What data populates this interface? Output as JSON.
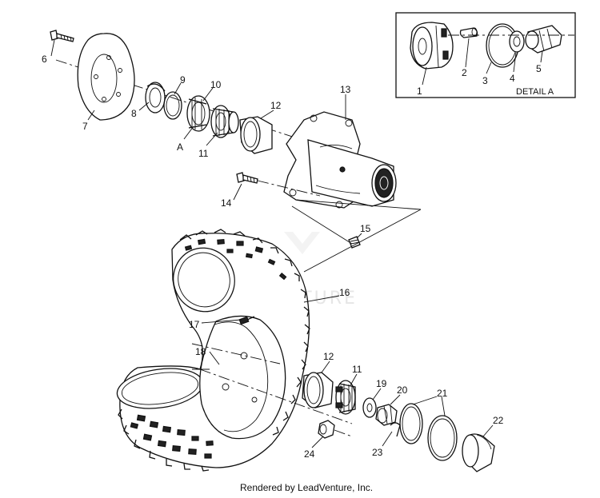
{
  "detail": {
    "title": "DETAIL A",
    "labels": [
      "1",
      "2",
      "3",
      "4",
      "5"
    ]
  },
  "callouts": {
    "c6": "6",
    "c7": "7",
    "c8": "8",
    "c9": "9",
    "c10": "10",
    "cA": "A",
    "c11a": "11",
    "c12a": "12",
    "c13": "13",
    "c14": "14",
    "c15": "15",
    "c16": "16",
    "c17": "17",
    "c18": "18",
    "c12b": "12",
    "c11b": "11",
    "c19": "19",
    "c20": "20",
    "c21": "21",
    "c22": "22",
    "c23": "23",
    "c24": "24"
  },
  "watermark": "LEADVENTURE",
  "footer": "Rendered by LeadVenture, Inc."
}
